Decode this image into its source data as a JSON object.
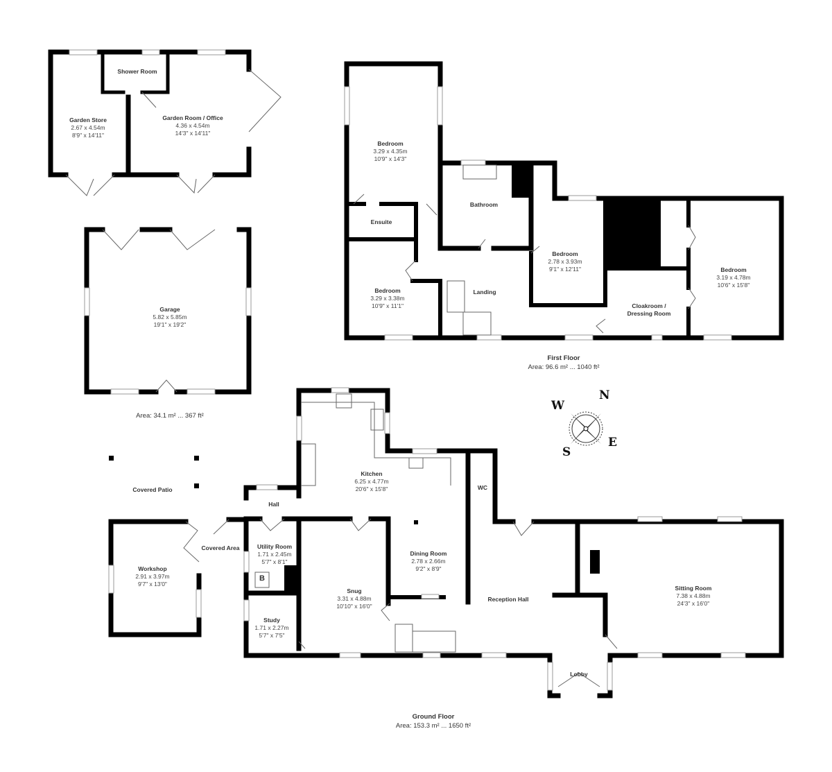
{
  "outbuildings": {
    "garden_store": {
      "name": "Garden Store",
      "metric": "2.67 x 4.54m",
      "imperial": "8'9\" x 14'11\""
    },
    "garden_room": {
      "name": "Garden Room / Office",
      "metric": "4.36 x 4.54m",
      "imperial": "14'3\" x 14'11\""
    },
    "shower_room": {
      "name": "Shower Room"
    },
    "garage": {
      "name": "Garage",
      "metric": "5.82 x 5.85m",
      "imperial": "19'1\" x 19'2\""
    },
    "area": "Area: 34.1 m² ... 367 ft²",
    "covered_patio": {
      "name": "Covered Patio"
    },
    "workshop": {
      "name": "Workshop",
      "metric": "2.91 x 3.97m",
      "imperial": "9'7\" x 13'0\""
    },
    "covered_area": {
      "name": "Covered Area"
    }
  },
  "first_floor": {
    "title": "First Floor",
    "area": "Area: 96.6 m² ... 1040 ft²",
    "bedroom_1": {
      "name": "Bedroom",
      "metric": "3.29 x 4.35m",
      "imperial": "10'9\" x 14'3\""
    },
    "ensuite": {
      "name": "Ensuite"
    },
    "bathroom": {
      "name": "Bathroom"
    },
    "bedroom_2": {
      "name": "Bedroom",
      "metric": "3.29 x 3.38m",
      "imperial": "10'9\" x 11'1\""
    },
    "landing": {
      "name": "Landing"
    },
    "bedroom_3": {
      "name": "Bedroom",
      "metric": "2.78 x 3.93m",
      "imperial": "9'1\" x 12'11\""
    },
    "cloakroom": {
      "name": "Cloakroom /",
      "name2": "Dressing Room"
    },
    "bedroom_4": {
      "name": "Bedroom",
      "metric": "3.19 x 4.78m",
      "imperial": "10'6\" x 15'8\""
    }
  },
  "ground_floor": {
    "title": "Ground Floor",
    "area": "Area: 153.3 m² ... 1650 ft²",
    "kitchen": {
      "name": "Kitchen",
      "metric": "6.25 x 4.77m",
      "imperial": "20'6\" x 15'8\""
    },
    "wc": {
      "name": "WC"
    },
    "hall": {
      "name": "Hall"
    },
    "utility": {
      "name": "Utility Room",
      "metric": "1.71 x 2.45m",
      "imperial": "5'7\" x 8'1\""
    },
    "boiler": "B",
    "study": {
      "name": "Study",
      "metric": "1.71 x 2.27m",
      "imperial": "5'7\" x 7'5\""
    },
    "snug": {
      "name": "Snug",
      "metric": "3.31 x 4.88m",
      "imperial": "10'10\" x 16'0\""
    },
    "dining": {
      "name": "Dining Room",
      "metric": "2.78 x 2.66m",
      "imperial": "9'2\" x 8'9\""
    },
    "reception": {
      "name": "Reception Hall"
    },
    "sitting": {
      "name": "Sitting Room",
      "metric": "7.38 x 4.88m",
      "imperial": "24'3\" x 16'0\""
    },
    "lobby": {
      "name": "Lobby"
    }
  },
  "compass": {
    "n": "N",
    "e": "E",
    "s": "S",
    "w": "W"
  },
  "colors": {
    "wall": "#000000",
    "fixture": "#999999"
  }
}
